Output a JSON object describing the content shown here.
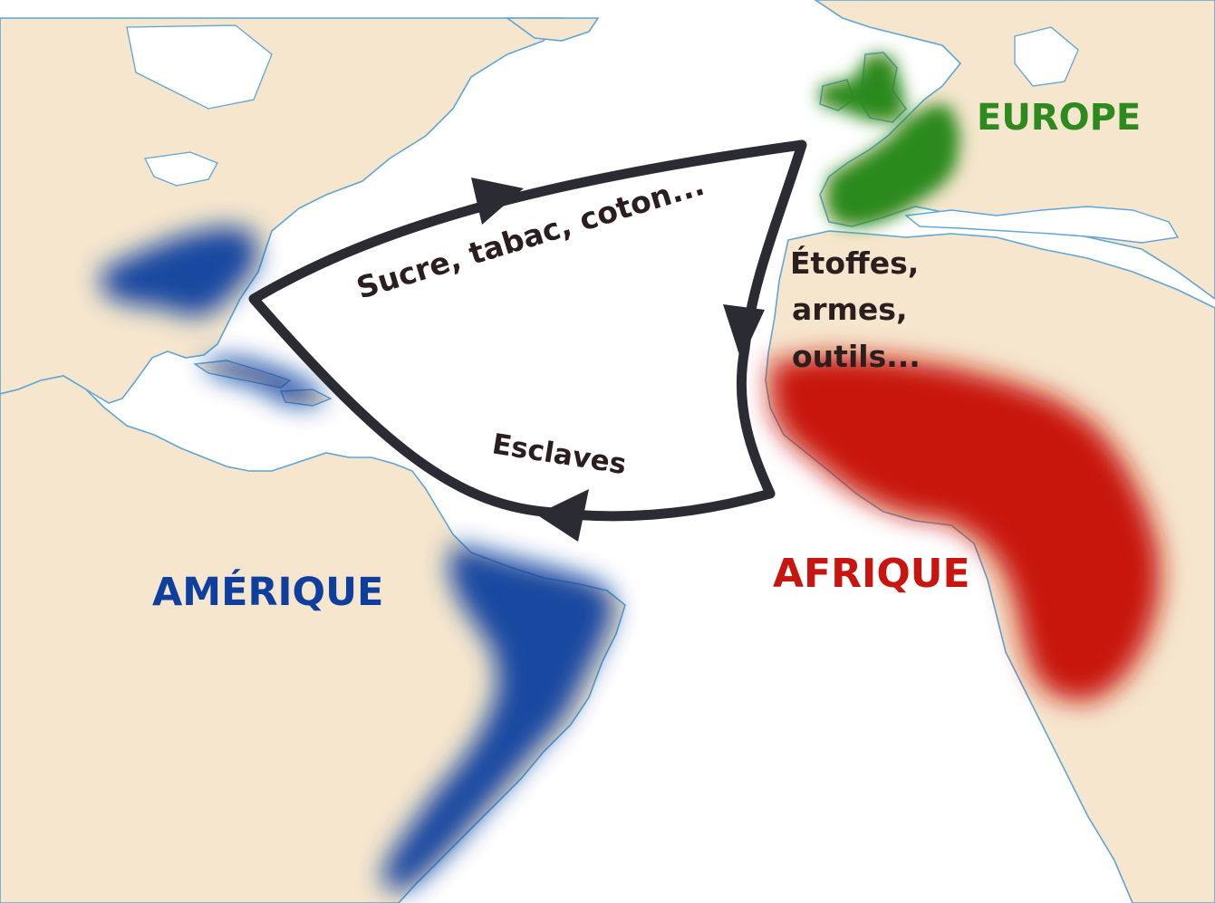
{
  "map": {
    "colors": {
      "ocean": "#ffffff",
      "land": "#f5e6cd",
      "coastline": "#5fa5d6",
      "europe": "#2c8a1e",
      "afrique": "#c8150f",
      "amerique": "#0e3f9e",
      "route": "#2b2b33"
    }
  },
  "regions": {
    "europe": "EUROPE",
    "afrique": "AFRIQUE",
    "amerique": "AMÉRIQUE"
  },
  "routes": {
    "leg_america_to_europe": "Sucre, tabac, coton...",
    "leg_europe_to_africa": [
      "Étoffes,",
      "armes,",
      "outils..."
    ],
    "leg_africa_to_america": "Esclaves"
  }
}
